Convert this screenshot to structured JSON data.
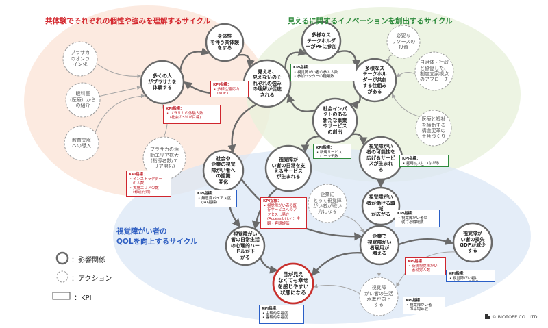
{
  "titles": {
    "left": "共体験でそれぞれの個性や強みを理解するサイクル",
    "top_right": "見えるに関するイノベーションを創出するサイクル",
    "bottom_line1": "視覚障がい者の",
    "bottom_line2": "QOLを向上するサイクル"
  },
  "colors": {
    "title_red": "#d42a30",
    "title_green": "#2e8b3c",
    "title_blue": "#2f5fc2",
    "bg_orange": "#fbe3d5",
    "bg_green": "#e8f1dc",
    "bg_blue": "#dbe7f5",
    "goal_red": "#c8302d"
  },
  "nodes": {
    "n_shintai": "身体性\nを伴う共体験\nをする",
    "n_ooku": "多くの人\nがブラサカを\n体験する",
    "n_mieru": "見える、\n見えないのそ\nれぞれの強み\nの理解が促進\nされる",
    "n_tayou": "多様なス\nテークホルダ\nーがPFに参加",
    "n_tayou2": "多様なス\nテークホル\nダーが共創\nする仕組み\nがある",
    "n_shakai": "社会インパ\nクトのある\n新たな事業\nやサービス\nの創出",
    "n_kigyou": "社会や\n企業の視覚\n障がい者へ\nの認識\n変化",
    "n_service": "視覚障が\nい者の日常を支\nえるサービス\nが生まれる",
    "n_kanousei": "視覚障がい\n者の可能性を\n広げるサービ\nスが生まれ\nる",
    "n_shokuiki": "視覚障がい\n者が働ける職域\nが広がる",
    "n_koyou": "企業で\n視覚障がい\n者雇用が\n増える",
    "n_sonshitsu": "視覚障が\nい者の損失\nGDPが減少\nする",
    "n_nichijo": "視覚障がい\n者の日常生活\nの心理的ハー\nドルが下\nがる",
    "n_goal": "目が見え\nなくても幸せ\nを感じやすい\n状態になる"
  },
  "actions": {
    "a_online": "ブラサカ\nのオンラ\nイン化",
    "a_ganka": "眼科医\n(医療）から\nの紹介",
    "a_kyouiku": "教育文脈\nへの導入",
    "a_katsudou": "ブラサカの活\n動エリア拡大\n(指導者数/エ\nリア開拓)",
    "a_shigen": "必要な\nリソースの\n投資",
    "a_jichitai": "自治体・行政\nと協働した、\n制度立案視点\nのアプローチ",
    "a_iryou": "医療と福祉\nを横断する\n構造変革の\n土台づくり",
    "a_senryoku": "企業に\nとって視覚障\nがい者が戦い\n力になる",
    "a_seikatsu": "視覚障\nがい者の生活\n水準が向上\nする"
  },
  "kpis": {
    "k1": {
      "title": "KPI指標：",
      "items": [
        "ブラサカの体験人数\n(社会の5％が目標)"
      ]
    },
    "k2": {
      "title": "KPI指標：",
      "items": [
        "多様性適応力\nINDEX"
      ]
    },
    "k3": {
      "title": "KPI指標：",
      "items": [
        "視覚障がい者の参入人数",
        "参加セクターの種類数"
      ]
    },
    "k4": {
      "title": "KPI指標：",
      "items": [
        "新規サービス\nローンチ数"
      ]
    },
    "k5": {
      "title": "KPI指標：",
      "items": [
        "雇用拡大につながる\nサービス数(TBD)"
      ]
    },
    "k6": {
      "title": "KPI指標：",
      "items": [
        "インストラクター\nの人数",
        "実施エリアの数\n(都道府県)"
      ]
    },
    "k7": {
      "title": "KPI指標：",
      "items": [
        "無意識バイアス度\n(IAT指標)"
      ]
    },
    "k8": {
      "title": "KPI指標：",
      "items": [
        "視覚障がい者の既\n存サービスへのア\nクセスし易さ\n(Accessibility)：主\n観・客観評価"
      ]
    },
    "k9": {
      "title": "KPI指標：",
      "items": [
        "視覚障がい者の\n就ける職域数"
      ]
    },
    "k10": {
      "title": "KPI指標：",
      "items": [
        "新規視覚障がい\n者就労人数"
      ]
    },
    "k11": {
      "title": "KPI指標：",
      "items": [
        "視覚障がい者に\nよるGDPの増分"
      ]
    },
    "k12": {
      "title": "KPI指標：",
      "items": [
        "視覚障がい者\nの平均年収"
      ]
    },
    "k13": {
      "title": "KPI指標：",
      "items": [
        "主観的幸福度",
        "客観的幸福度"
      ]
    }
  },
  "legend": {
    "influence": "：影響関係",
    "action": "：アクション",
    "kpi": "：KPI"
  },
  "copyright": "© BIOTOPE CO., LTD."
}
